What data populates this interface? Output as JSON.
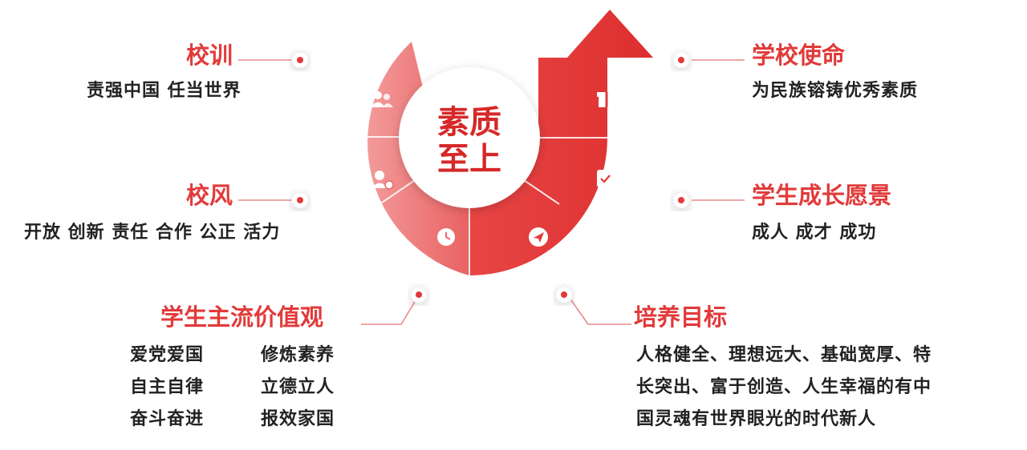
{
  "center": {
    "line1": "素质",
    "line2": "至上"
  },
  "colors": {
    "accent": "#e23a3a",
    "accent_light": "#f18f8f",
    "text": "#222222",
    "white": "#ffffff"
  },
  "segment_icons": [
    "users-icon",
    "user-badge-icon",
    "clock-icon",
    "send-icon",
    "gift-box-icon",
    "clipboard-check-icon"
  ],
  "items": {
    "motto": {
      "title": "校训",
      "text": "责强中国 任当世界"
    },
    "ethos": {
      "title": "校风",
      "text": "开放 创新 责任 合作 公正 活力"
    },
    "values": {
      "title": "学生主流价值观",
      "rows": [
        [
          "爱党爱国",
          "修炼素养"
        ],
        [
          "自主自律",
          "立德立人"
        ],
        [
          "奋斗奋进",
          "报效家国"
        ]
      ]
    },
    "mission": {
      "title": "学校使命",
      "text": "为民族镕铸优秀素质"
    },
    "vision": {
      "title": "学生成长愿景",
      "text": "成人 成才 成功"
    },
    "goals": {
      "title": "培养目标",
      "lines": [
        "人格健全、理想远大、基础宽厚、特",
        "长突出、富于创造、人生幸福的有中",
        "国灵魂有世界眼光的时代新人"
      ]
    }
  }
}
